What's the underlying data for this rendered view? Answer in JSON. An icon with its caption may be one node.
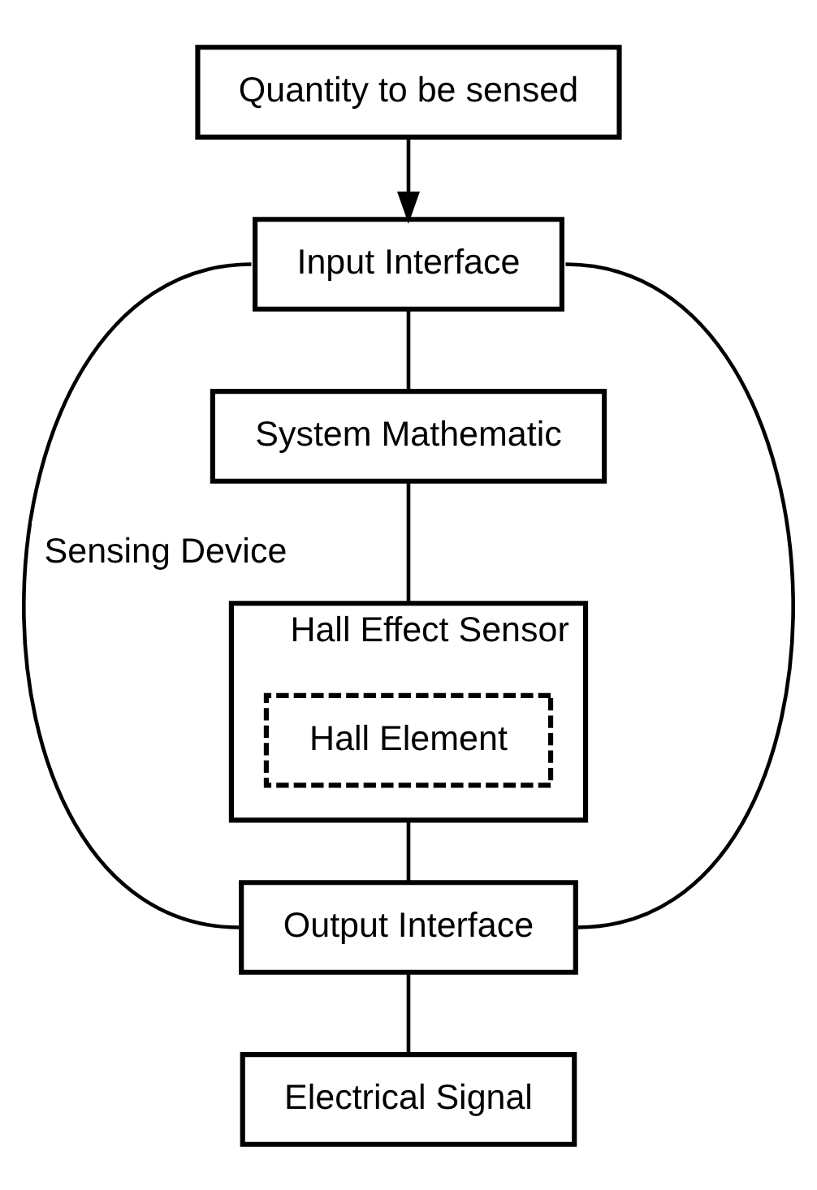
{
  "diagram": {
    "nodes": [
      {
        "text": [
          "Quantity to be sensed"
        ]
      },
      {
        "text": [
          "Input Interface"
        ]
      },
      {
        "text": [
          "System Mathematic"
        ]
      },
      {
        "text": [
          "Hall Effect Sensor"
        ]
      },
      {
        "text": [
          "Hall Element"
        ],
        "in": 3
      },
      {
        "text": [
          "Output Interface"
        ]
      },
      {
        "text": [
          "Electrical Signal"
        ]
      }
    ],
    "edges": [
      {
        "from": 0,
        "to": 1,
        "arrow": "to"
      },
      {
        "from": 1,
        "to": 2,
        "arrow": "none"
      },
      {
        "from": 2,
        "to": 3,
        "arrow": "none"
      },
      {
        "from": 3,
        "to": 5,
        "arrow": "none"
      },
      {
        "from": 5,
        "to": 6,
        "arrow": "none"
      },
      {
        "from": 1,
        "to": 5,
        "arrow": "none",
        "label": "Sensing Device"
      },
      {
        "from": 1,
        "to": 5,
        "arrow": "none"
      }
    ]
  }
}
